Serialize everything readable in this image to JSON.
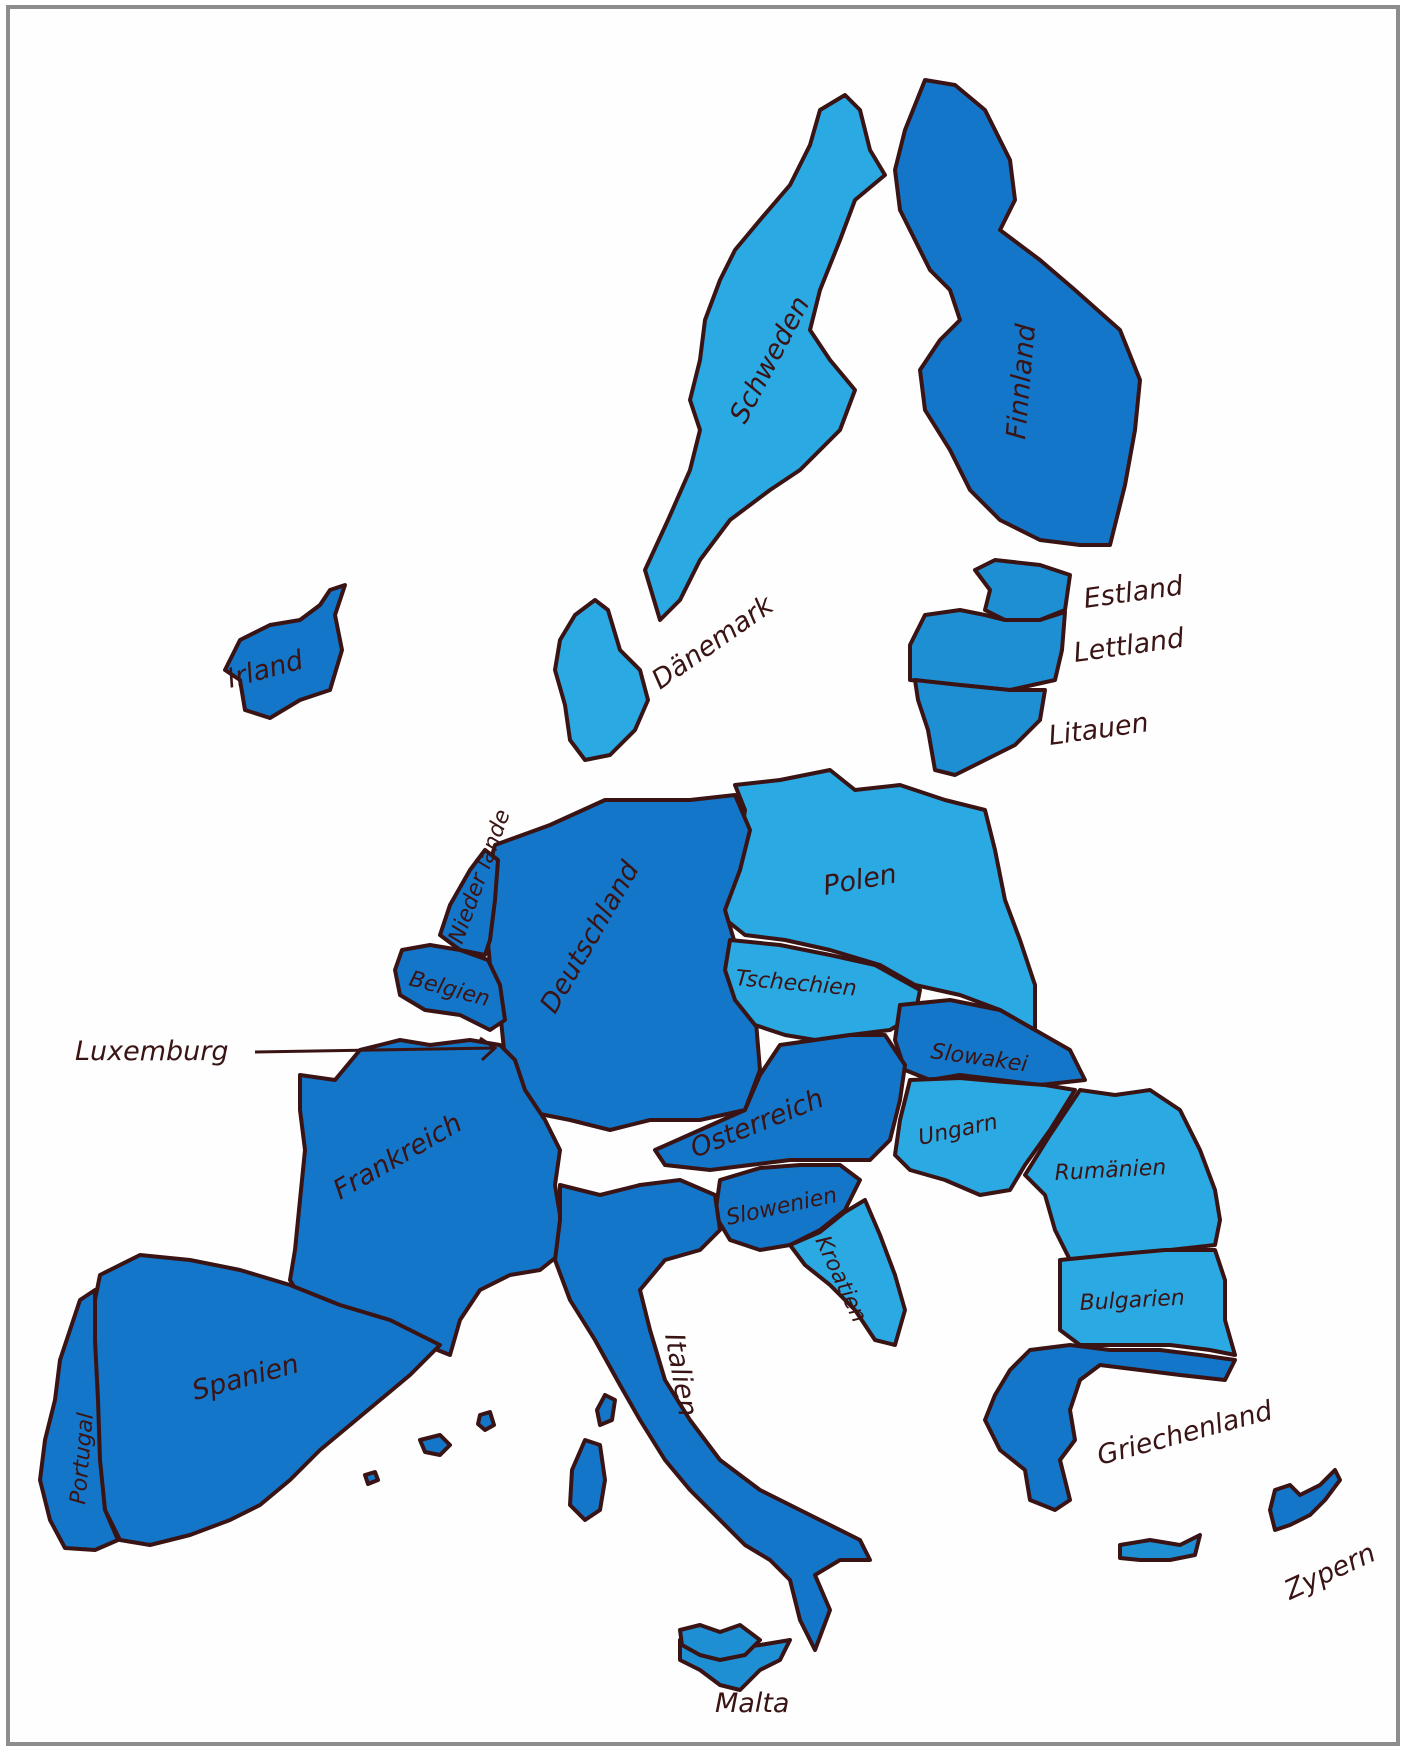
{
  "colors": {
    "light": "#2aa9e3",
    "mid": "#1f8fd4",
    "dark": "#1476c8",
    "ink": "#3a1414"
  },
  "labels": {
    "schweden": "Schweden",
    "finnland": "Finnland",
    "irland": "Irland",
    "daenemark": "Dänemark",
    "estland": "Estland",
    "lettland": "Lettland",
    "litauen": "Litauen",
    "polen": "Polen",
    "deutschland": "Deutschland",
    "niederlande": "Nieder lande",
    "belgien": "Belgien",
    "luxemburg": "Luxemburg",
    "tschechien": "Tschechien",
    "slowakei": "Slowakei",
    "oesterreich": "Österreich",
    "ungarn": "Ungarn",
    "rumaenien": "Rumänien",
    "frankreich": "Frankreich",
    "slowenien": "Slowenien",
    "kroatien": "Kroatien",
    "bulgarien": "Bulgarien",
    "spanien": "Spanien",
    "portugal": "Portugal",
    "italien": "Italien",
    "griechenland": "Griechenland",
    "zypern": "Zypern",
    "malta": "Malta"
  }
}
